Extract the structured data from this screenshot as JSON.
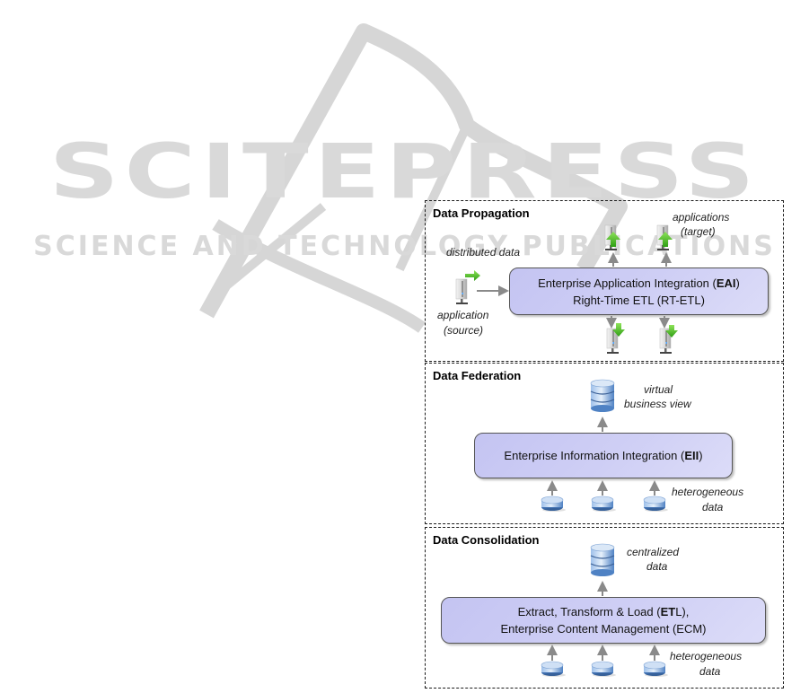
{
  "watermark": {
    "publisher": "SCITEPRESS",
    "tagline": "SCIENCE AND TECHNOLOGY PUBLICATIONS",
    "color": "#d9d9d9"
  },
  "colors": {
    "box_fill": "#cfcff5",
    "box_border": "#555555",
    "arrow": "#8a8a8a",
    "green_arrow": "#3cb521",
    "db_blue": "#5a8ed0"
  },
  "sections": [
    {
      "title": "Data Propagation",
      "box": {
        "line1_pre": "Enterprise Application Integration (",
        "line1_bold": "EAI",
        "line1_post": ")",
        "line2": "Right-Time ETL (RT-ETL)"
      },
      "labels": {
        "distributed": "distributed data",
        "source_line1": "application",
        "source_line2": "(source)",
        "target_line1": "applications",
        "target_line2": "(target)"
      },
      "icons": [
        "server-source-icon",
        "server-target-icon",
        "server-target-icon",
        "server-receive-icon",
        "server-receive-icon"
      ]
    },
    {
      "title": "Data Federation",
      "box": {
        "line1_pre": "Enterprise Information Integration (",
        "line1_bold": "EII",
        "line1_post": ")"
      },
      "labels": {
        "output_line1": "virtual",
        "output_line2": "business view",
        "input_line1": "heterogeneous",
        "input_line2": "data"
      }
    },
    {
      "title": "Data Consolidation",
      "box": {
        "line1_pre": "Extract, Transform & Load (",
        "line1_bold": "ET",
        "line1_post": "L),",
        "line2": "Enterprise Content Management (ECM)"
      },
      "labels": {
        "output_line1": "centralized",
        "output_line2": "data",
        "input_line1": "heterogeneous",
        "input_line2": "data"
      }
    }
  ]
}
